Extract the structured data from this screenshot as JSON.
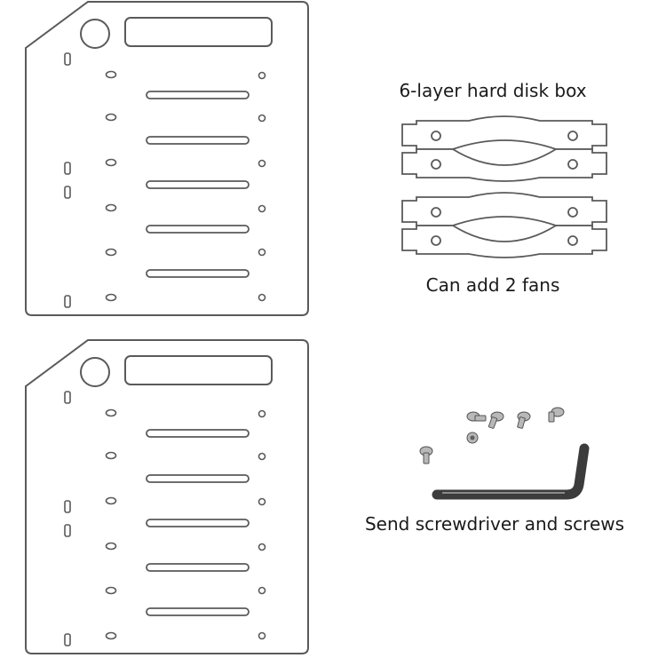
{
  "labels": {
    "hard_disk_box": "6-layer hard disk box",
    "fans": "Can add 2 fans",
    "accessories": "Send screwdriver and screws"
  },
  "colors": {
    "outline": "#5a5a5a",
    "metal_dark": "#3c3c3c",
    "metal_light": "#b8b8b8"
  },
  "icons": [
    "side-panel-icon",
    "fan-bracket-icon",
    "screw-icon",
    "allen-key-icon"
  ]
}
